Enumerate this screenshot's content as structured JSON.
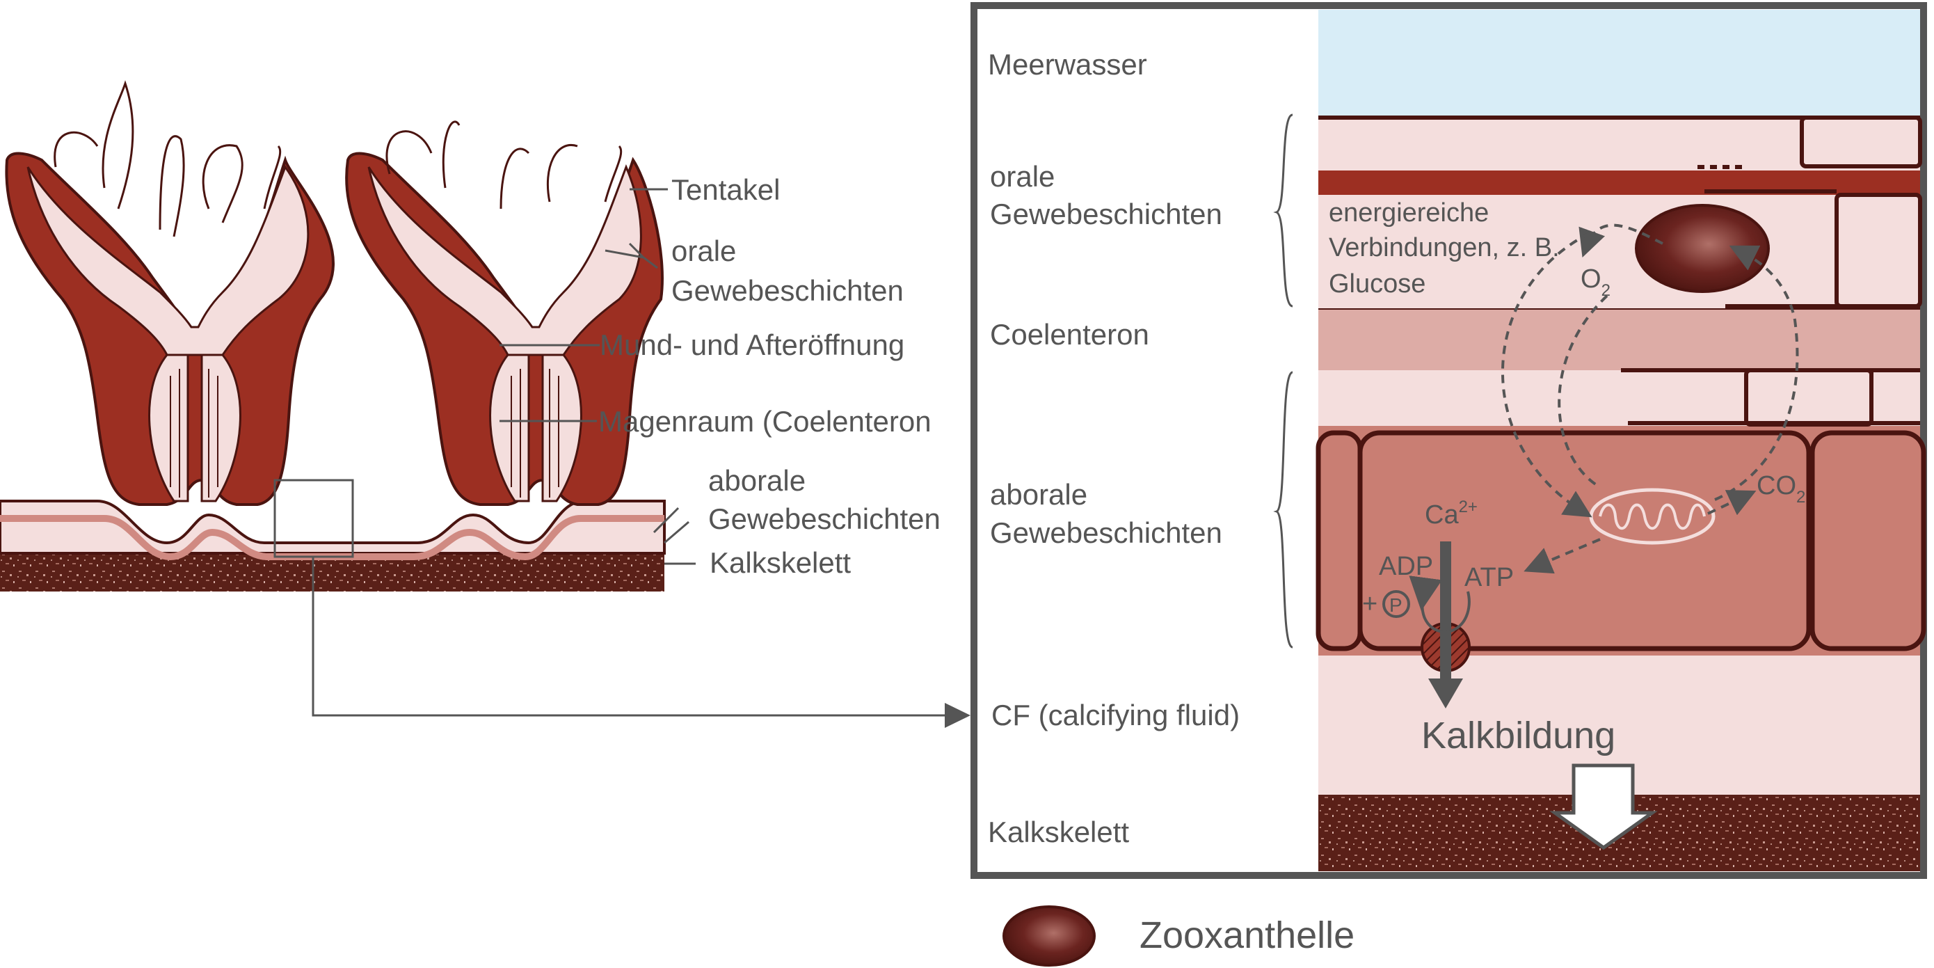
{
  "polyp": {
    "tentacle": "Tentakel",
    "oral_1": "orale",
    "oral_2": "Gewebeschichten",
    "mouth": "Mund- und Afteröffnung",
    "stomach": "Magenraum (Coelenteron",
    "aboral_1": "aborale",
    "aboral_2": "Gewebeschichten",
    "skeleton": "Kalkskelett"
  },
  "detail": {
    "seawater": "Meerwasser",
    "oral_1": "orale",
    "oral_2": "Gewebeschichten",
    "coelenteron": "Coelenteron",
    "aboral_1": "aborale",
    "aboral_2": "Gewebeschichten",
    "cf": "CF (calcifying fluid)",
    "skeleton": "Kalkskelett",
    "energy_1": "energiereiche",
    "energy_2": "Verbindungen, z. B.",
    "energy_3": "Glucose",
    "o2": "O",
    "o2_sub": "2",
    "co2": "CO",
    "co2_sub": "2",
    "ca": "Ca",
    "ca_sup": "2+",
    "adp": "ADP",
    "atp": "ATP",
    "plus": "+",
    "p": "P",
    "calcification": "Kalkbildung"
  },
  "legend": {
    "label": "Zooxanthelle"
  },
  "colors": {
    "tissue_dark": "#9c2f22",
    "tissue_outline": "#4a1410",
    "tissue_light": "#f4dedd",
    "coelenteron_layer": "#ddaca6",
    "aboral_cell": "#c97e73",
    "skeleton": "#5a2018",
    "seawater": "#d8edf7",
    "gray": "#555555"
  }
}
